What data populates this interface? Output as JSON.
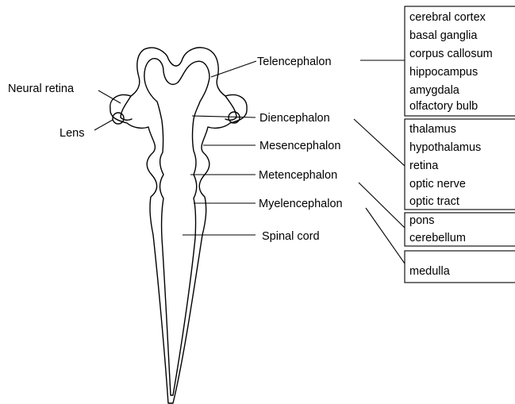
{
  "regions": {
    "neural_retina": "Neural retina",
    "lens": "Lens",
    "telencephalon": "Telencephalon",
    "diencephalon": "Diencephalon",
    "mesencephalon": "Mesencephalon",
    "metencephalon": "Metencephalon",
    "myelencephalon": "Myelencephalon",
    "spinal_cord": "Spinal cord"
  },
  "derivative_boxes": {
    "telencephalon": [
      "cerebral cortex",
      "basal ganglia",
      "corpus callosum",
      "hippocampus",
      "amygdala",
      "olfactory bulb"
    ],
    "diencephalon": [
      "thalamus",
      "hypothalamus",
      "retina",
      "optic nerve",
      "optic tract"
    ],
    "metencephalon": [
      "pons",
      "cerebellum"
    ],
    "myelencephalon": [
      "medulla"
    ]
  }
}
